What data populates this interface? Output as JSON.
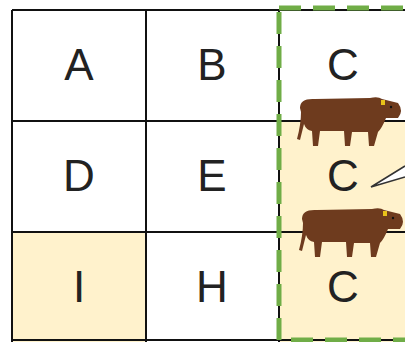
{
  "diagram": {
    "labels": [
      "A",
      "B",
      "C",
      "D",
      "E",
      "C",
      "I",
      "H",
      "C"
    ]
  }
}
